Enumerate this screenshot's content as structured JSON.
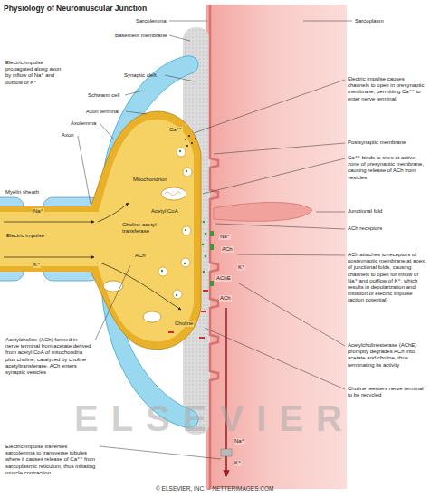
{
  "diagram": {
    "title": "Physiology of Neuromuscular Junction",
    "caption": "© ELSEVIER, INC. – NETTERIMAGES.COM",
    "labels": [
      "Sarcolemma",
      "Basement membrane",
      "Sarcoplasm",
      "Synaptic cleft",
      "Schwann cell",
      "Axon terminal",
      "Axolemma",
      "Axon",
      "Electric impulse propagated along axon by inflow of Na⁺ and outflow of K⁺",
      "Electric impulse causes channels to open in presynaptic membrane, permitting Ca⁺⁺ to enter nerve terminal",
      "Ca⁺⁺",
      "Postsynaptic membrane",
      "Ca⁺⁺ binds to sites at active zone of presynaptic membrane, causing release of ACh from vesicles",
      "Mitochondrion",
      "Myelin sheath",
      "Na⁺",
      "Acetyl CoA",
      "Junctional fold",
      "Choline acetyl-transferase",
      "ACh receptors",
      "Electric impulse",
      "Na⁺",
      "ACh",
      "ACh",
      "ACh attaches to receptors of postsynaptic membrane at apex of junctional folds, causing channels to open for inflow of Na⁺ and outflow of K⁺, which results in depolarization and initiation of electric impulse (action potential)",
      "K⁺",
      "K⁺",
      "AChE",
      "ACh",
      "Choline",
      "Acetylcholine (ACh) formed in nerve terminal from acetate derived from acetyl CoA of mitochondria plus choline, catalyzed by choline acetyltransferase. ACh enters synaptic vesicles",
      "Acetylcholinesterase (AChE) promptly degrades ACh into acetate and choline, thus terminating its activity",
      "Choline reenters nerve terminal to be recycled",
      "ELSEVIER",
      "Na⁺",
      "K⁺",
      "Electric impulse traverses sarcolemma to transverse tubules where it causes release of Ca⁺⁺ from sarcoplasmic reticulum, thus initiating muscle contraction"
    ]
  }
}
